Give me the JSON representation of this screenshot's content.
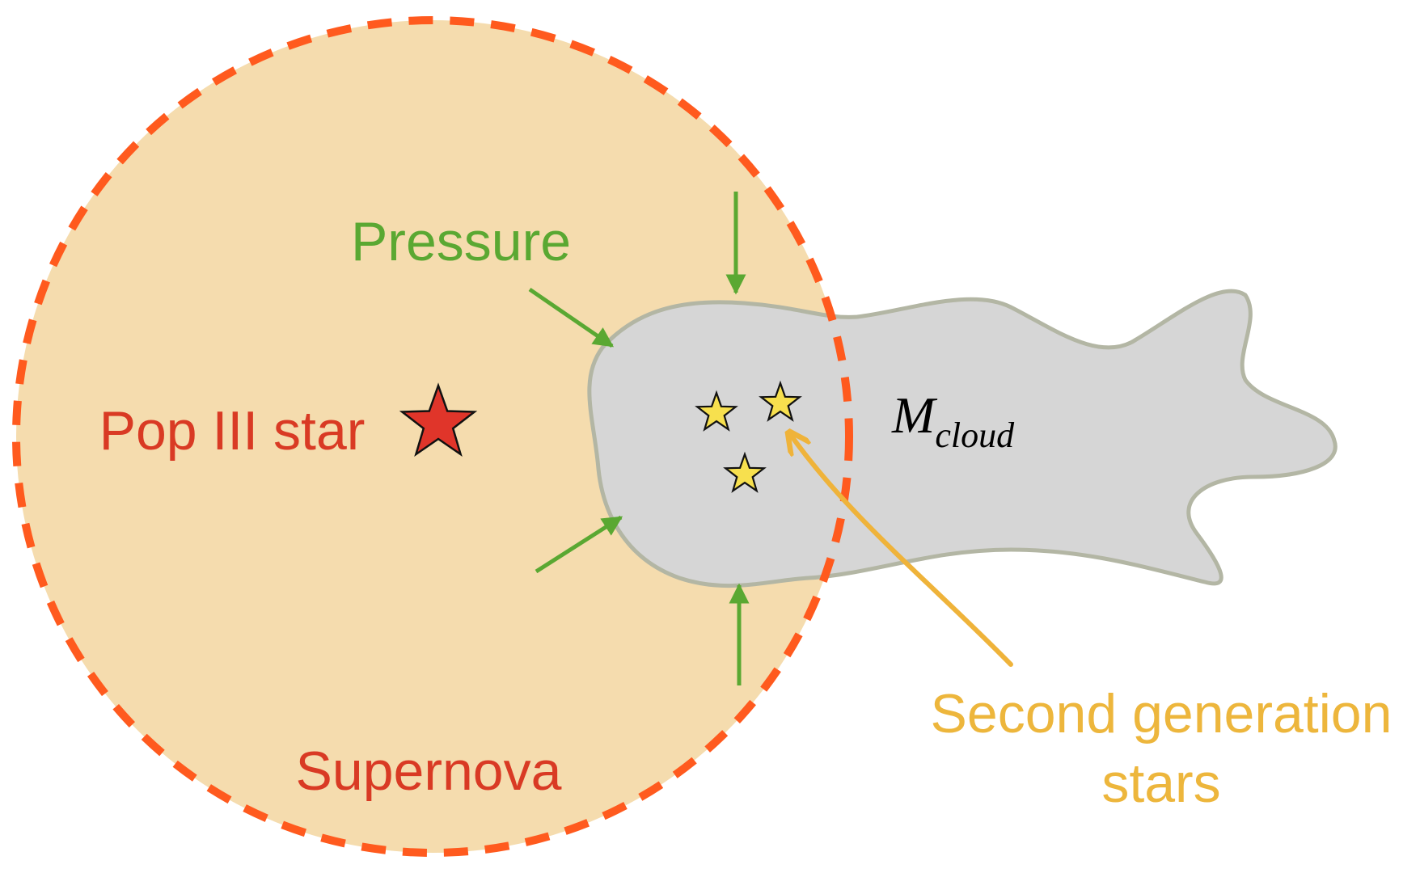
{
  "labels": {
    "pressure": "Pressure",
    "pop3": "Pop III star",
    "supernova": "Supernova",
    "mass_main": "M",
    "mass_sub": "cloud",
    "second_line1": "Second generation",
    "second_line2": "stars"
  },
  "colors": {
    "supernova_fill": "#f5dcae",
    "supernova_border": "#ff5a1e",
    "cloud_fill": "#d6d6d6",
    "cloud_stroke": "#b3b6a4",
    "pressure_arrow": "#5aa832",
    "pressure_text": "#5aa832",
    "pop3_text": "#d93a24",
    "pop3_star": "#e0352a",
    "supernova_text": "#d93a24",
    "second_gen_text": "#edb63c",
    "second_gen_arrow": "#efb33a",
    "small_star": "#f7e04e",
    "mass_text": "#000000"
  },
  "icons": {
    "pop3_marker": "five-point-star",
    "second_gen_markers": "small-five-point-star"
  }
}
